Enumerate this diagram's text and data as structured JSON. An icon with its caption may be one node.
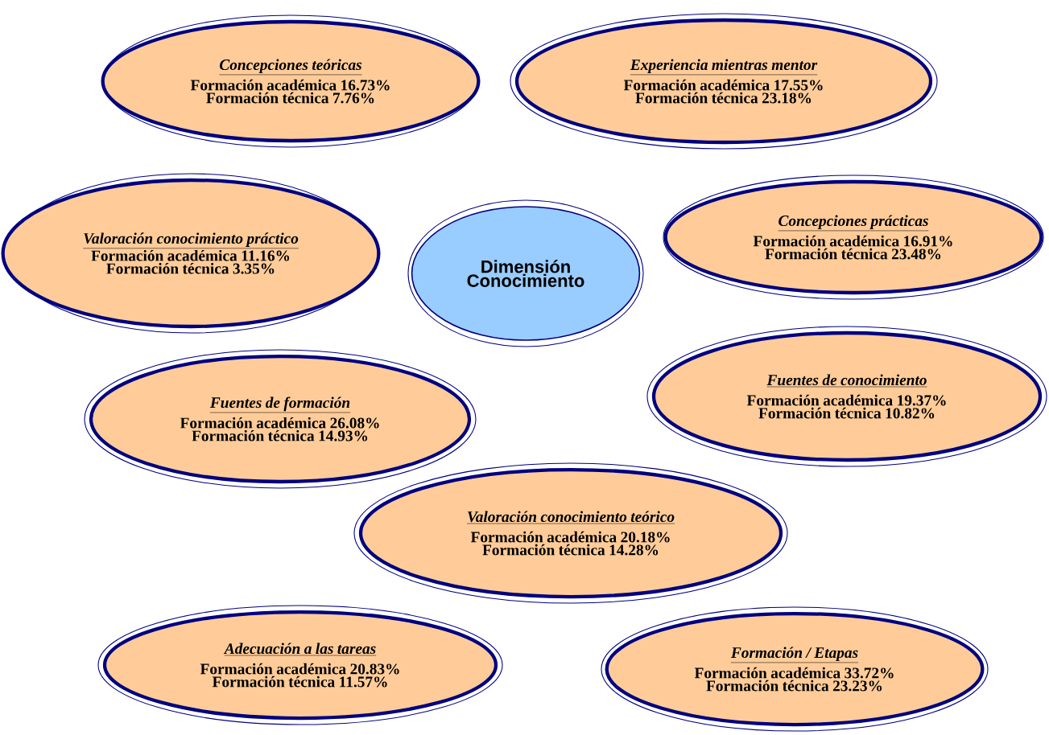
{
  "diagram": {
    "nodes": [
      {
        "text": [
          "Concepciones teóricas",
          "Formación académica 16.73%",
          "Formación técnica 7.76%"
        ]
      },
      {
        "text": [
          "Experiencia mientras mentor",
          "Formación académica 17.55%",
          "Formación técnica 23.18%"
        ]
      },
      {
        "text": [
          "Valoración conocimiento práctico",
          "Formación académica 11.16%",
          "Formación técnica 3.35%"
        ]
      },
      {
        "text": [
          "Dimensión Conocimiento"
        ]
      },
      {
        "text": [
          "Concepciones prácticas",
          "Formación académica 16.91%",
          "Formación técnica 23.48%"
        ]
      },
      {
        "text": [
          "Fuentes de formación",
          "Formación académica 26.08%",
          "Formación técnica 14.93%"
        ]
      },
      {
        "text": [
          "Fuentes de conocimiento",
          "Formación académica 19.37%",
          "Formación técnica 10.82%"
        ]
      },
      {
        "text": [
          "Valoración conocimiento teórico",
          "Formación académica 20.18%",
          "Formación técnica 14.28%"
        ]
      },
      {
        "text": [
          "Adecuación a las tareas",
          "Formación académica 20.83%",
          "Formación técnica 11.57%"
        ]
      },
      {
        "text": [
          "Formación / Etapas",
          "Formación académica 33.72%",
          "Formación técnica 23.23%"
        ]
      }
    ]
  }
}
